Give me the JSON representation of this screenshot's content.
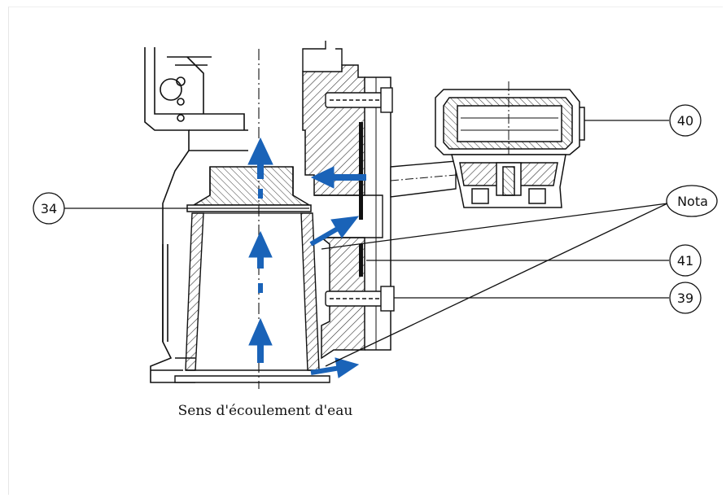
{
  "callouts": {
    "c34": "34",
    "c40": "40",
    "c41": "41",
    "c39": "39",
    "nota": "Nota"
  },
  "caption": "Sens d'écoulement d'eau",
  "colors": {
    "flow_arrow": "#1a63b8",
    "line": "#111111",
    "hatch": "#333333"
  },
  "icons": {
    "flow": "arrow-up",
    "nota_pointer": "leader-line"
  }
}
